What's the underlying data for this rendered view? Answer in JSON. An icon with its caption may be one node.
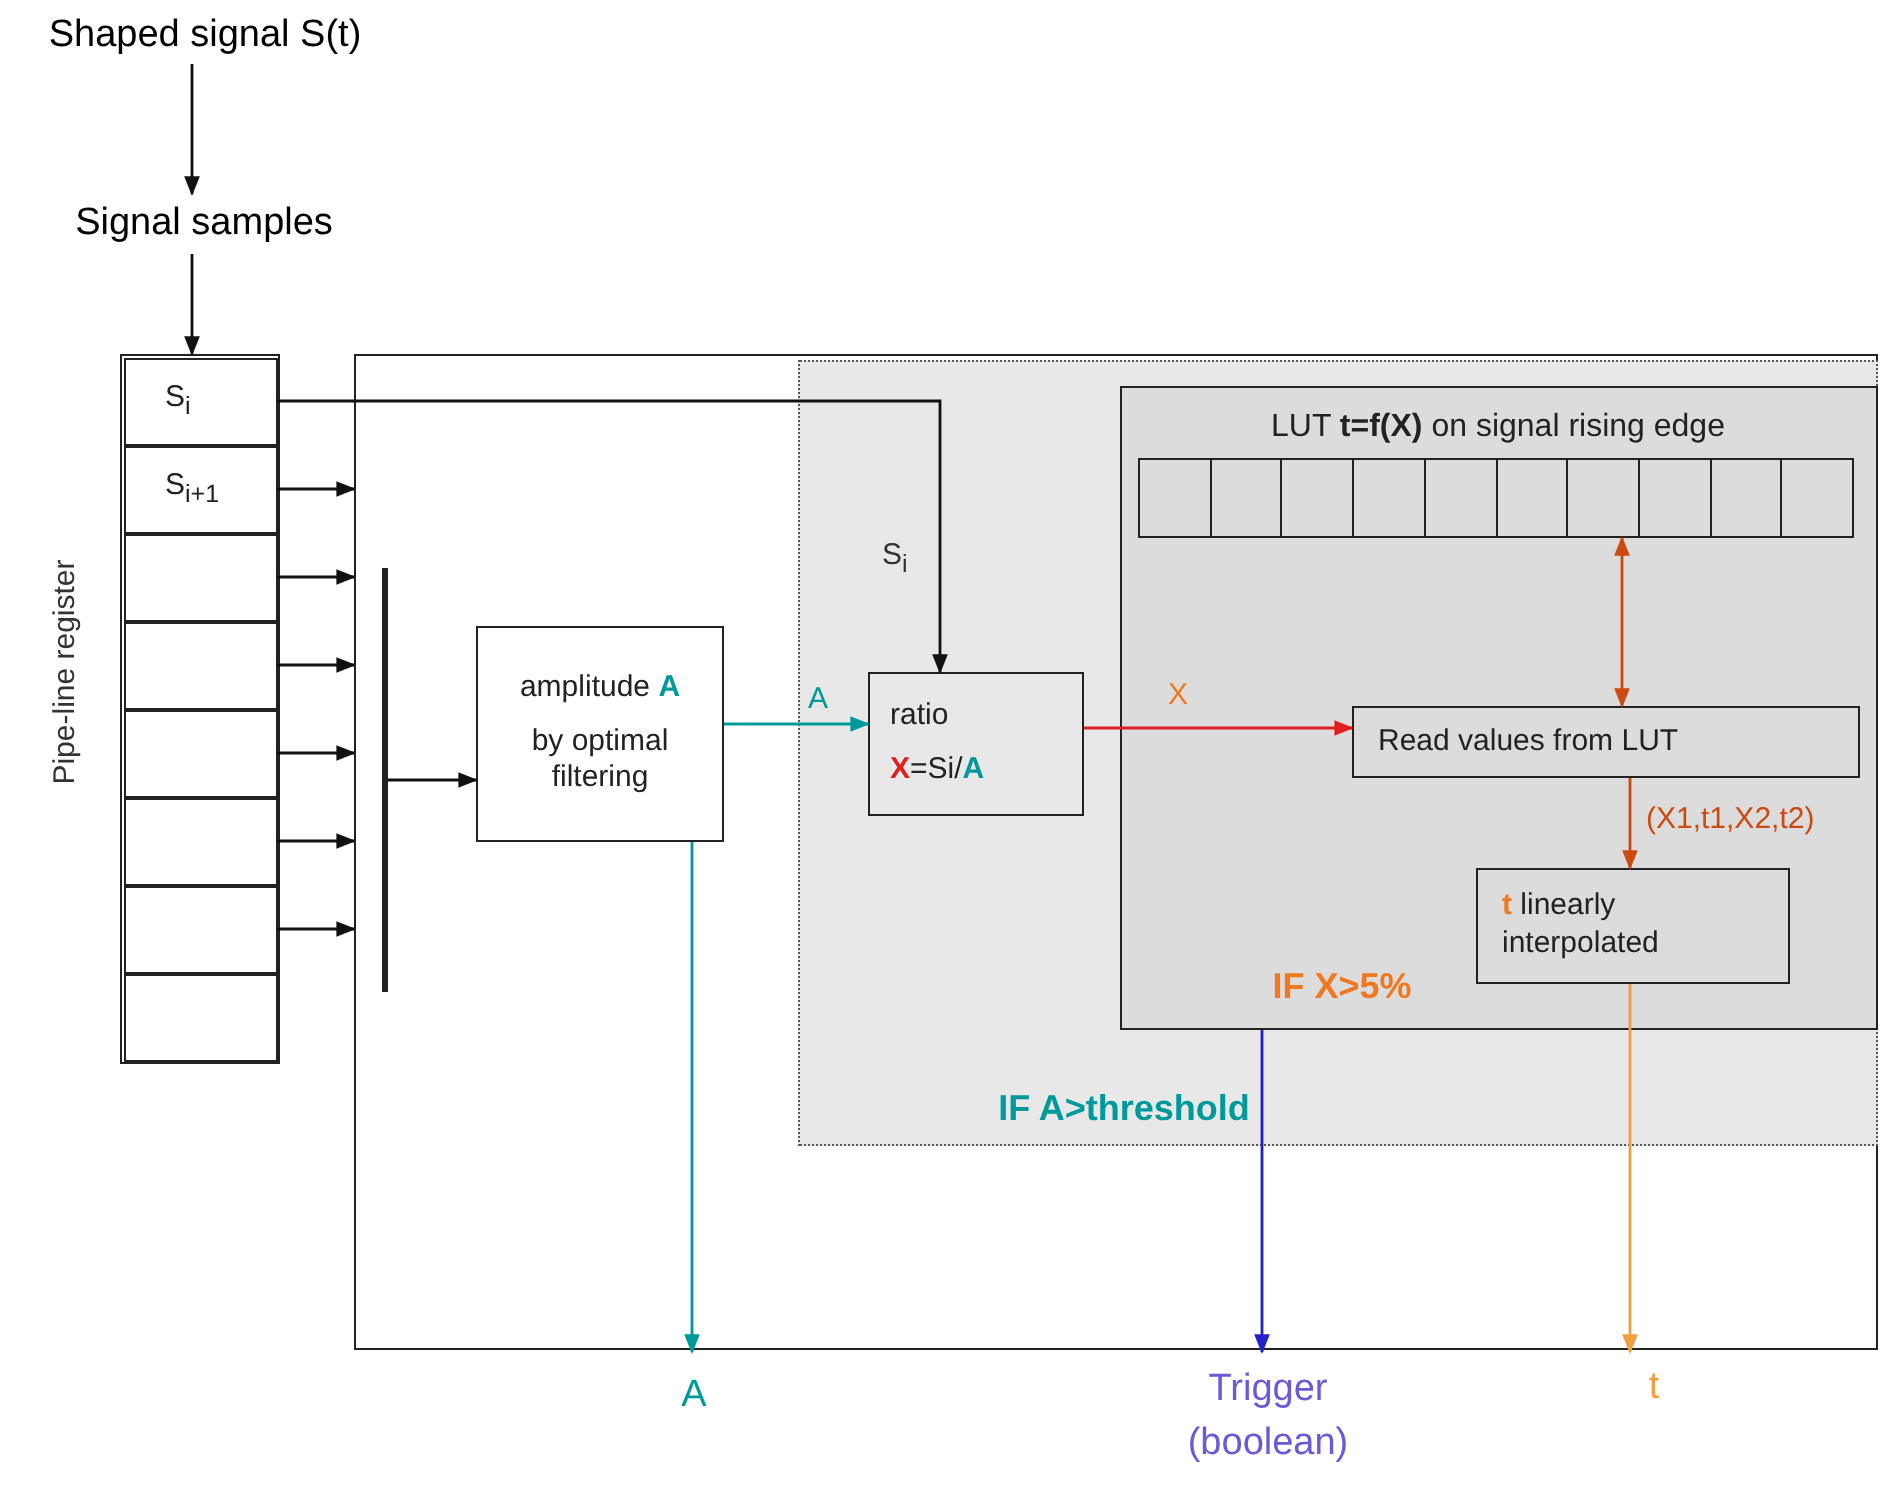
{
  "diagram": {
    "nodes": [
      {
        "text": [
          "Shaped signal S(t)"
        ]
      },
      {
        "text": [
          "Signal samples"
        ]
      },
      {
        "text": [],
        "shape": "box",
        "beside": [
          "Pipe-line register"
        ]
      },
      {
        "text": [
          "S$_{i}$"
        ],
        "in": 2
      },
      {
        "text": [
          "S$_{i+1}$"
        ],
        "in": 2
      },
      {
        "text": [],
        "shape": "box",
        "in": 2
      },
      {
        "text": [],
        "shape": "box",
        "in": 2
      },
      {
        "text": [],
        "shape": "box",
        "in": 2
      },
      {
        "text": [],
        "shape": "box",
        "in": 2
      },
      {
        "text": [],
        "shape": "box",
        "in": 2
      },
      {
        "text": [],
        "shape": "box",
        "in": 2
      },
      {
        "text": [],
        "shape": "box"
      },
      {
        "text": [],
        "shape": "bar",
        "in": 11
      },
      {
        "text": [
          "amplitude **A**",
          "by optimal filtering"
        ],
        "in": 11
      },
      {
        "text": [
          "IF A>threshold"
        ],
        "in": 11
      },
      {
        "text": [
          "ratio",
          "**X**=Si/**A**"
        ],
        "in": 14
      },
      {
        "text": [
          "LUT  **t=f(X)** on signal rising edge",
          "IF X>5%"
        ],
        "in": 14
      },
      {
        "text": [],
        "shape": "box",
        "in": 16
      },
      {
        "text": [
          "Read values from LUT"
        ],
        "in": 16
      },
      {
        "text": [
          "**t** linearly interpolated"
        ],
        "in": 16
      },
      {
        "text": [
          "A"
        ]
      },
      {
        "text": [
          "Trigger (boolean)"
        ]
      },
      {
        "text": [
          "t"
        ]
      }
    ],
    "edges": [
      {
        "from": 0,
        "to": 1,
        "arrow": "to"
      },
      {
        "from": 1,
        "to": 2,
        "arrow": "to"
      },
      {
        "from": 3,
        "to": 15,
        "arrow": "to",
        "label": "S$_{i}$"
      },
      {
        "from": 4,
        "to": 11,
        "arrow": "to"
      },
      {
        "from": 5,
        "to": 11,
        "arrow": "to"
      },
      {
        "from": 6,
        "to": 11,
        "arrow": "to"
      },
      {
        "from": 7,
        "to": 11,
        "arrow": "to"
      },
      {
        "from": 8,
        "to": 11,
        "arrow": "to"
      },
      {
        "from": 9,
        "to": 11,
        "arrow": "to"
      },
      {
        "from": 12,
        "to": 13,
        "arrow": "to"
      },
      {
        "from": 13,
        "to": 15,
        "arrow": "to",
        "label": "A",
        "color": "#009999"
      },
      {
        "from": 15,
        "to": 18,
        "arrow": "to",
        "label": "X",
        "color": "#e02020"
      },
      {
        "from": 18,
        "to": 17,
        "arrow": "both",
        "color": "#cc4a10"
      },
      {
        "from": 18,
        "to": 19,
        "arrow": "to",
        "label": "(X1,t1,X2,t2)",
        "color": "#cc4a10"
      },
      {
        "from": 13,
        "to": 20,
        "arrow": "to",
        "color": "#009999"
      },
      {
        "from": 16,
        "to": 21,
        "arrow": "to",
        "color": "#2222cc"
      },
      {
        "from": 19,
        "to": 22,
        "arrow": "to",
        "color": "#f0a040"
      }
    ]
  }
}
